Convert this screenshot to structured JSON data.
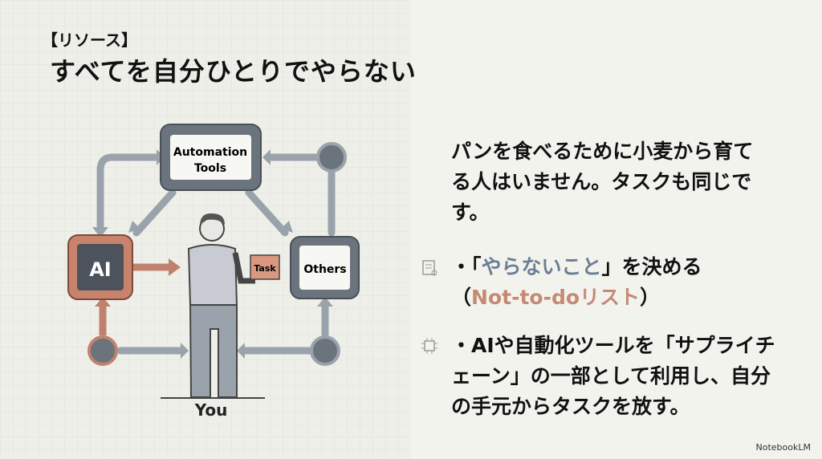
{
  "slide": {
    "label": "【リソース】",
    "title": "すべてを自分ひとりでやらない",
    "body": "パンを食べるために小麦から育てる人はいません。タスクも同じです。",
    "bullets": [
      {
        "prefix": "・「",
        "highlight": "やらないこと",
        "suffix": "」を決める",
        "line2_open": "（",
        "line2_highlight": "Not-to-doリスト",
        "line2_close": "）",
        "icon": "checklist-icon"
      },
      {
        "text": "・AIや自動化ツールを「サプライチェーン」の一部として利用し、自分の手元からタスクを放す。",
        "icon": "chip-icon"
      }
    ],
    "watermark": "NotebookLM"
  },
  "diagram": {
    "automation": "Automation",
    "tools": "Tools",
    "ai": "AI",
    "others": "Others",
    "task": "Task",
    "you": "You"
  },
  "colors": {
    "accent_blue": "#6b7f94",
    "accent_salmon": "#c58a76",
    "frame": "#5f6670"
  }
}
